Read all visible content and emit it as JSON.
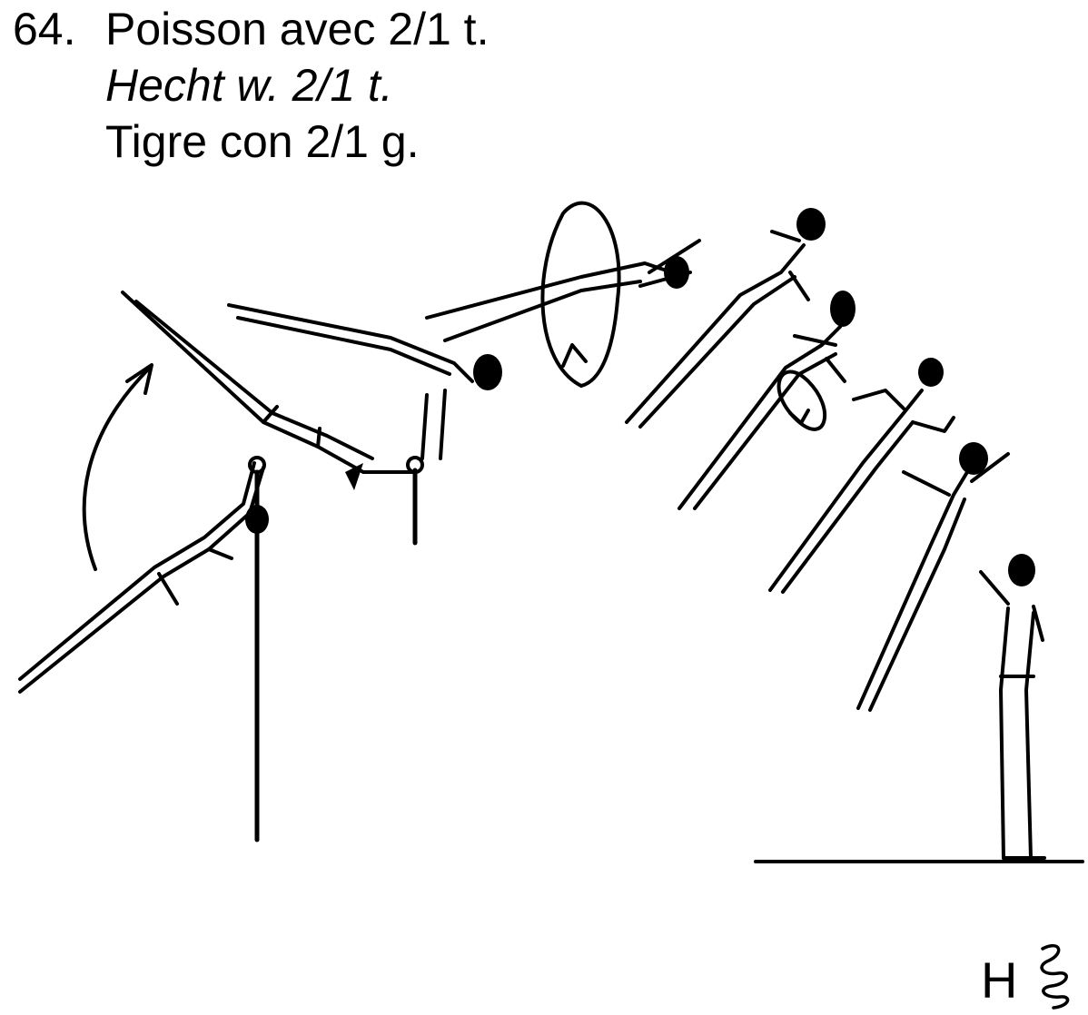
{
  "heading": {
    "number": "64.",
    "lines": [
      "Poisson avec 2/1 t.",
      "Hecht w. 2/1 t.",
      "Tigre con 2/1 g."
    ]
  },
  "mark": {
    "letter": "H"
  },
  "colors": {
    "ink": "#000000",
    "paper": "#ffffff"
  }
}
